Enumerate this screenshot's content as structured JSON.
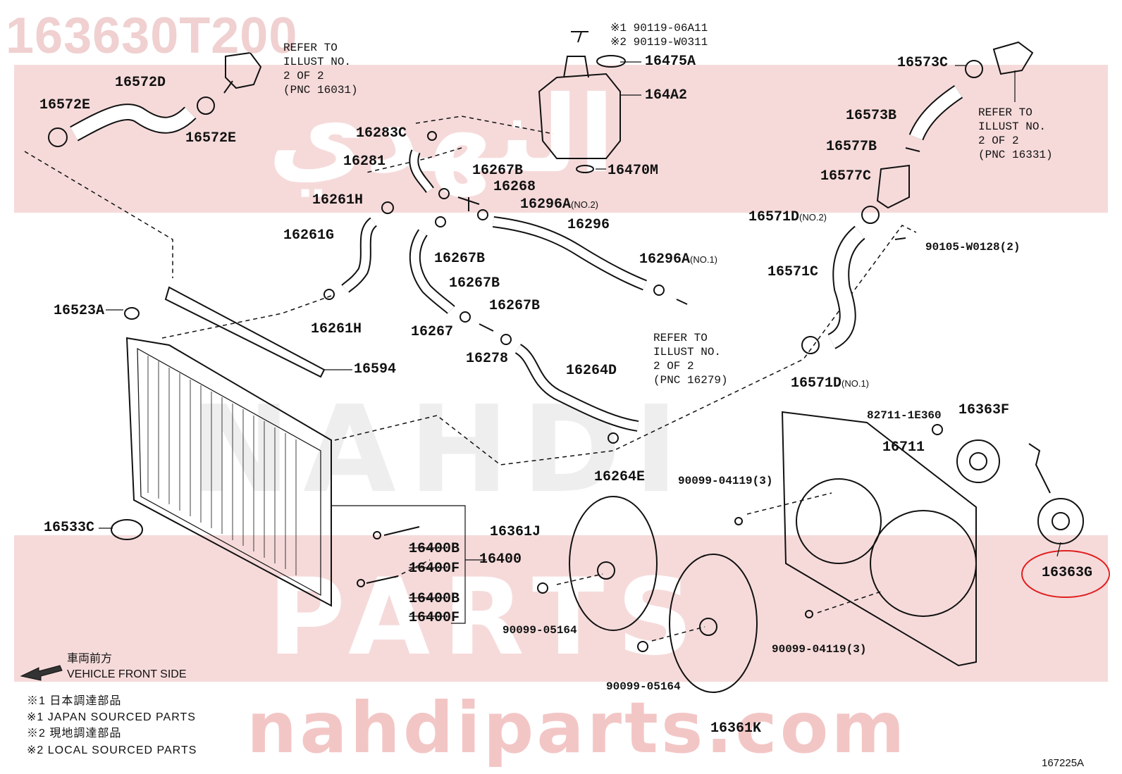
{
  "header": {
    "part_number": "163630T200"
  },
  "watermarks": {
    "arabic": "النهدي",
    "name": "NAHDI",
    "parts": "PARTS",
    "site": "nahdiparts.com"
  },
  "colors": {
    "band": "#f6dada",
    "highlight": "#e02020",
    "watermark": "#eeeeee"
  },
  "callouts": {
    "p16572E_a": "16572E",
    "p16572D": "16572D",
    "p16572E_b": "16572E",
    "refer_top_left": [
      "REFER TO",
      "ILLUST NO.",
      "2 OF 2",
      "(PNC 16031)"
    ],
    "n1_mark": "※1",
    "n1_num": "90119-06A11",
    "n2_mark": "※2",
    "n2_num": "90119-W0311",
    "p16475A": "16475A",
    "p164A2": "164A2",
    "p16283C": "16283C",
    "p16281": "16281",
    "p16470M": "16470M",
    "p16267B_a": "16267B",
    "p16268": "16268",
    "p16261H_a": "16261H",
    "p16296A_no2": "16296A",
    "no2": "(NO.2)",
    "p16261G": "16261G",
    "p16267B_b": "16267B",
    "p16296": "16296",
    "p16296A_no1": "16296A",
    "no1": "(NO.1)",
    "p16267B_c": "16267B",
    "p16267B_d": "16267B",
    "p16523A": "16523A",
    "p16261H_b": "16261H",
    "p16267": "16267",
    "p16278": "16278",
    "refer_mid": [
      "REFER TO",
      "ILLUST NO.",
      "2 OF 2",
      "(PNC 16279)"
    ],
    "p16594": "16594",
    "p16264D": "16264D",
    "p16264E": "16264E",
    "p16573C": "16573C",
    "p16573B": "16573B",
    "p16577B": "16577B",
    "p16577C": "16577C",
    "refer_right": [
      "REFER TO",
      "ILLUST NO.",
      "2 OF 2",
      "(PNC 16331)"
    ],
    "p16571D_no2": "16571D",
    "no2b": "(NO.2)",
    "p90105": "90105-W0128(2)",
    "p16571C": "16571C",
    "p16571D_no1": "16571D",
    "no1b": "(NO.1)",
    "p82711": "82711-1E360",
    "p16363F": "16363F",
    "p16711": "16711",
    "p90099_04119_a": "90099-04119(3)",
    "p16361J": "16361J",
    "p16533C": "16533C",
    "p16400B_a": "16400B",
    "p16400F_a": "16400F",
    "p16400": "16400",
    "p16400B_b": "16400B",
    "p16400F_b": "16400F",
    "p90099_05164_a": "90099-05164",
    "p90099_04119_b": "90099-04119(3)",
    "p90099_05164_b": "90099-05164",
    "p16361K": "16361K",
    "p16363G": "16363G"
  },
  "legend": {
    "direction_jp": "車両前方",
    "direction_en": "VEHICLE FRONT SIDE",
    "notes": [
      "※1 日本調達部品",
      "※1 JAPAN SOURCED PARTS",
      "※2 現地調達部品",
      "※2 LOCAL SOURCED PARTS"
    ]
  },
  "footer": {
    "illustration_id": "167225A"
  },
  "highlight": {
    "target": "16363G"
  }
}
